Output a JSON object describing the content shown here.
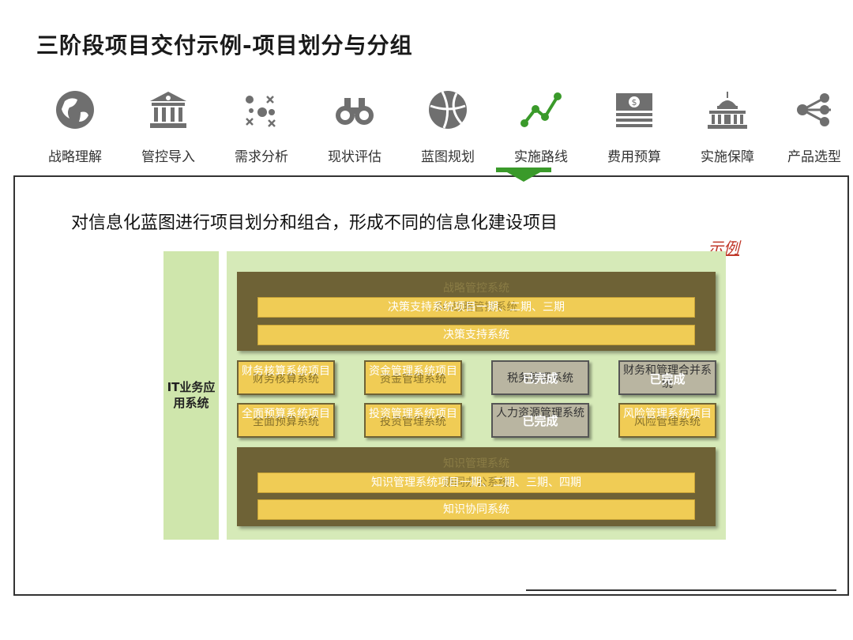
{
  "page_title": "三阶段项目交付示例-项目划分与分组",
  "nav": [
    {
      "label": "战略理解",
      "icon": "globe-icon"
    },
    {
      "label": "管控导入",
      "icon": "bank-icon"
    },
    {
      "label": "需求分析",
      "icon": "scatter-dots-icon"
    },
    {
      "label": "现状评估",
      "icon": "binoculars-icon"
    },
    {
      "label": "蓝图规划",
      "icon": "basketball-icon"
    },
    {
      "label": "实施路线",
      "icon": "line-chart-icon",
      "active": true
    },
    {
      "label": "费用预算",
      "icon": "money-icon"
    },
    {
      "label": "实施保障",
      "icon": "capitol-building-icon"
    },
    {
      "label": "产品选型",
      "icon": "share-icon"
    }
  ],
  "subtitle": "对信息化蓝图进行项目划分和组合，形成不同的信息化建设项目",
  "sample_tag": "示例",
  "left_label": "IT业务应用系统",
  "top_box": {
    "title": "战略管控系统",
    "bar1_under": "SG战略管控系统",
    "bar1_over": "决策支持系统项目一期、二期、三期",
    "bar2": "决策支持系统"
  },
  "systems": [
    {
      "name": "财务核算系统",
      "project": "财务核算系统项目",
      "done": ""
    },
    {
      "name": "资金管理系统",
      "project": "资金管理系统项目",
      "done": ""
    },
    {
      "name": "税务管理系统",
      "project": "",
      "done": "已完成"
    },
    {
      "name": "财务和管理合并系统",
      "project": "",
      "done": "已完成"
    },
    {
      "name": "全面预算系统",
      "project": "全面预算系统项目",
      "done": ""
    },
    {
      "name": "投资管理系统",
      "project": "投资管理系统项目",
      "done": ""
    },
    {
      "name": "人力资源管理系统",
      "project": "",
      "done": "已完成"
    },
    {
      "name": "风险管理系统",
      "project": "风险管理系统项目",
      "done": ""
    }
  ],
  "bottom_box": {
    "title": "知识管理系统",
    "bar1_under": "协同办公系统",
    "bar1_over": "知识管理系统项目一期、二期、三期、四期",
    "bar2": "知识协同系统"
  },
  "colors": {
    "accent_green": "#3a9a2a",
    "panel_green": "#d6eab8",
    "dark_box": "#6e6236",
    "bar_yellow": "#f0cc55",
    "tag_red": "#c0392b"
  }
}
